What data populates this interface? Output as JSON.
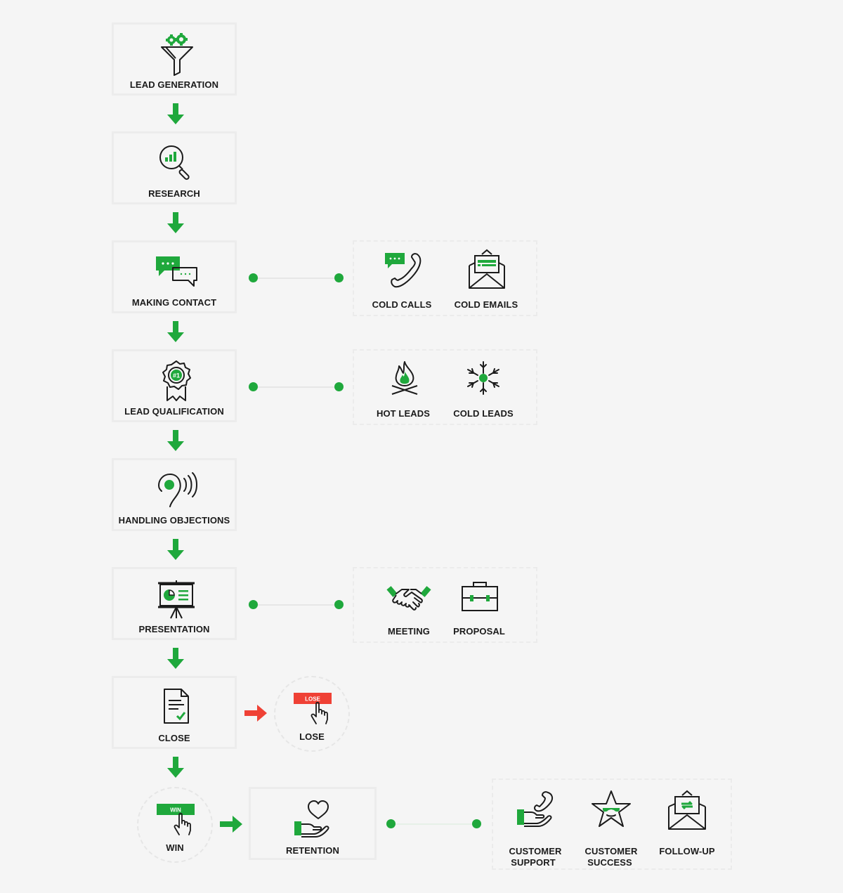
{
  "colors": {
    "accent": "#1fa83c",
    "lose": "#ef4135",
    "ink": "#1b1b1b",
    "border": "#ececec"
  },
  "steps": {
    "lead_generation": "LEAD GENERATION",
    "research": "RESEARCH",
    "making_contact": "MAKING CONTACT",
    "lead_qualification": "LEAD QUALIFICATION",
    "handling_objections": "HANDLING OBJECTIONS",
    "presentation": "PRESENTATION",
    "close": "CLOSE",
    "retention": "RETENTION"
  },
  "contact_methods": {
    "cold_calls": "COLD CALLS",
    "cold_emails": "COLD EMAILS"
  },
  "lead_types": {
    "hot_leads": "HOT LEADS",
    "cold_leads": "COLD LEADS"
  },
  "presentation_items": {
    "meeting": "MEETING",
    "proposal": "PROPOSAL"
  },
  "outcomes": {
    "lose": "LOSE",
    "lose_tag": "LOSE",
    "win": "WIN",
    "win_tag": "WIN"
  },
  "retention_items": {
    "customer_support_1": "CUSTOMER",
    "customer_support_2": "SUPPORT",
    "customer_success_1": "CUSTOMER",
    "customer_success_2": "SUCCESS",
    "follow_up": "FOLLOW-UP"
  },
  "icons": [
    "funnel-gears-icon",
    "magnifier-chart-icon",
    "chat-bubbles-icon",
    "award-badge-icon",
    "ear-sound-icon",
    "presentation-board-icon",
    "document-check-icon",
    "phone-chat-icon",
    "envelope-letter-icon",
    "fire-icon",
    "snowflake-icon",
    "handshake-icon",
    "briefcase-icon",
    "hand-click-icon",
    "hand-heart-icon",
    "hand-phone-icon",
    "star-icon",
    "envelope-refresh-icon"
  ]
}
